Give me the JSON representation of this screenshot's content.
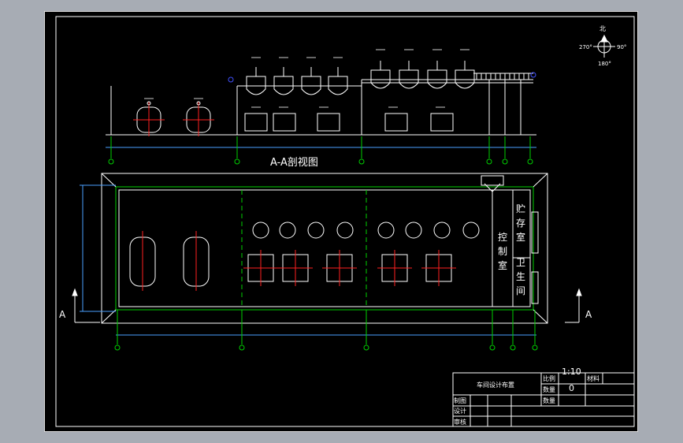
{
  "drawing": {
    "section_title": "A-A剖视图",
    "section_marker": "A",
    "rooms": {
      "control": "控制室",
      "storage": "贮存室",
      "toilet": "卫生间"
    },
    "compass": {
      "north": "北",
      "east": "90°",
      "west": "270°",
      "south": "180°"
    }
  },
  "title_block": {
    "drawing_name": "车间设计布置",
    "scale_label": "比例",
    "scale_value": "1:10",
    "qty_label": "数量",
    "qty_value": "0",
    "material_label": "材料",
    "weight_label": "数量",
    "drawn_label": "制图",
    "designed_label": "设计",
    "checked_label": "审核"
  },
  "colors": {
    "line": "#ffffff",
    "axis": "#00d000",
    "dim": "#4aa0ff",
    "center": "#ff2020",
    "accent": "#4050ff"
  }
}
